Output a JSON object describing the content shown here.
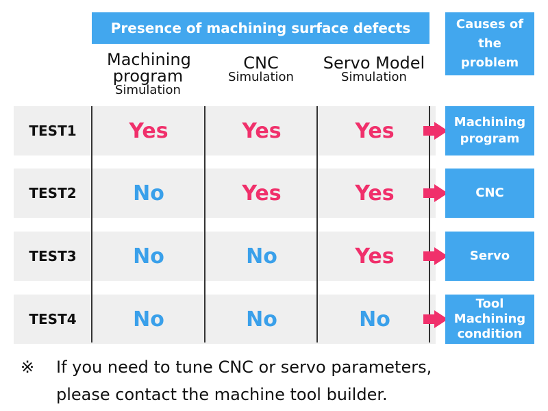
{
  "header": {
    "presence_title": "Presence of machining surface defects",
    "causes_title": "Causes of the problem"
  },
  "columns": [
    {
      "main": "Machining program",
      "sub": "Simulation"
    },
    {
      "main": "CNC",
      "sub": "Simulation"
    },
    {
      "main": "Servo Model",
      "sub": "Simulation"
    }
  ],
  "rows": [
    {
      "label": "TEST1",
      "values": [
        "Yes",
        "Yes",
        "Yes"
      ],
      "cause": "Machining program"
    },
    {
      "label": "TEST2",
      "values": [
        "No",
        "Yes",
        "Yes"
      ],
      "cause": "CNC"
    },
    {
      "label": "TEST3",
      "values": [
        "No",
        "No",
        "Yes"
      ],
      "cause": "Servo"
    },
    {
      "label": "TEST4",
      "values": [
        "No",
        "No",
        "No"
      ],
      "cause": "Tool Machining condition"
    }
  ],
  "note": {
    "mark": "※",
    "line1": "If you need to tune CNC or servo parameters,",
    "line2": "please contact the machine tool builder."
  },
  "colors": {
    "accent_blue": "#42a7ee",
    "yes": "#f0306b",
    "no": "#3aa0ea",
    "row_bg": "#efefef"
  }
}
